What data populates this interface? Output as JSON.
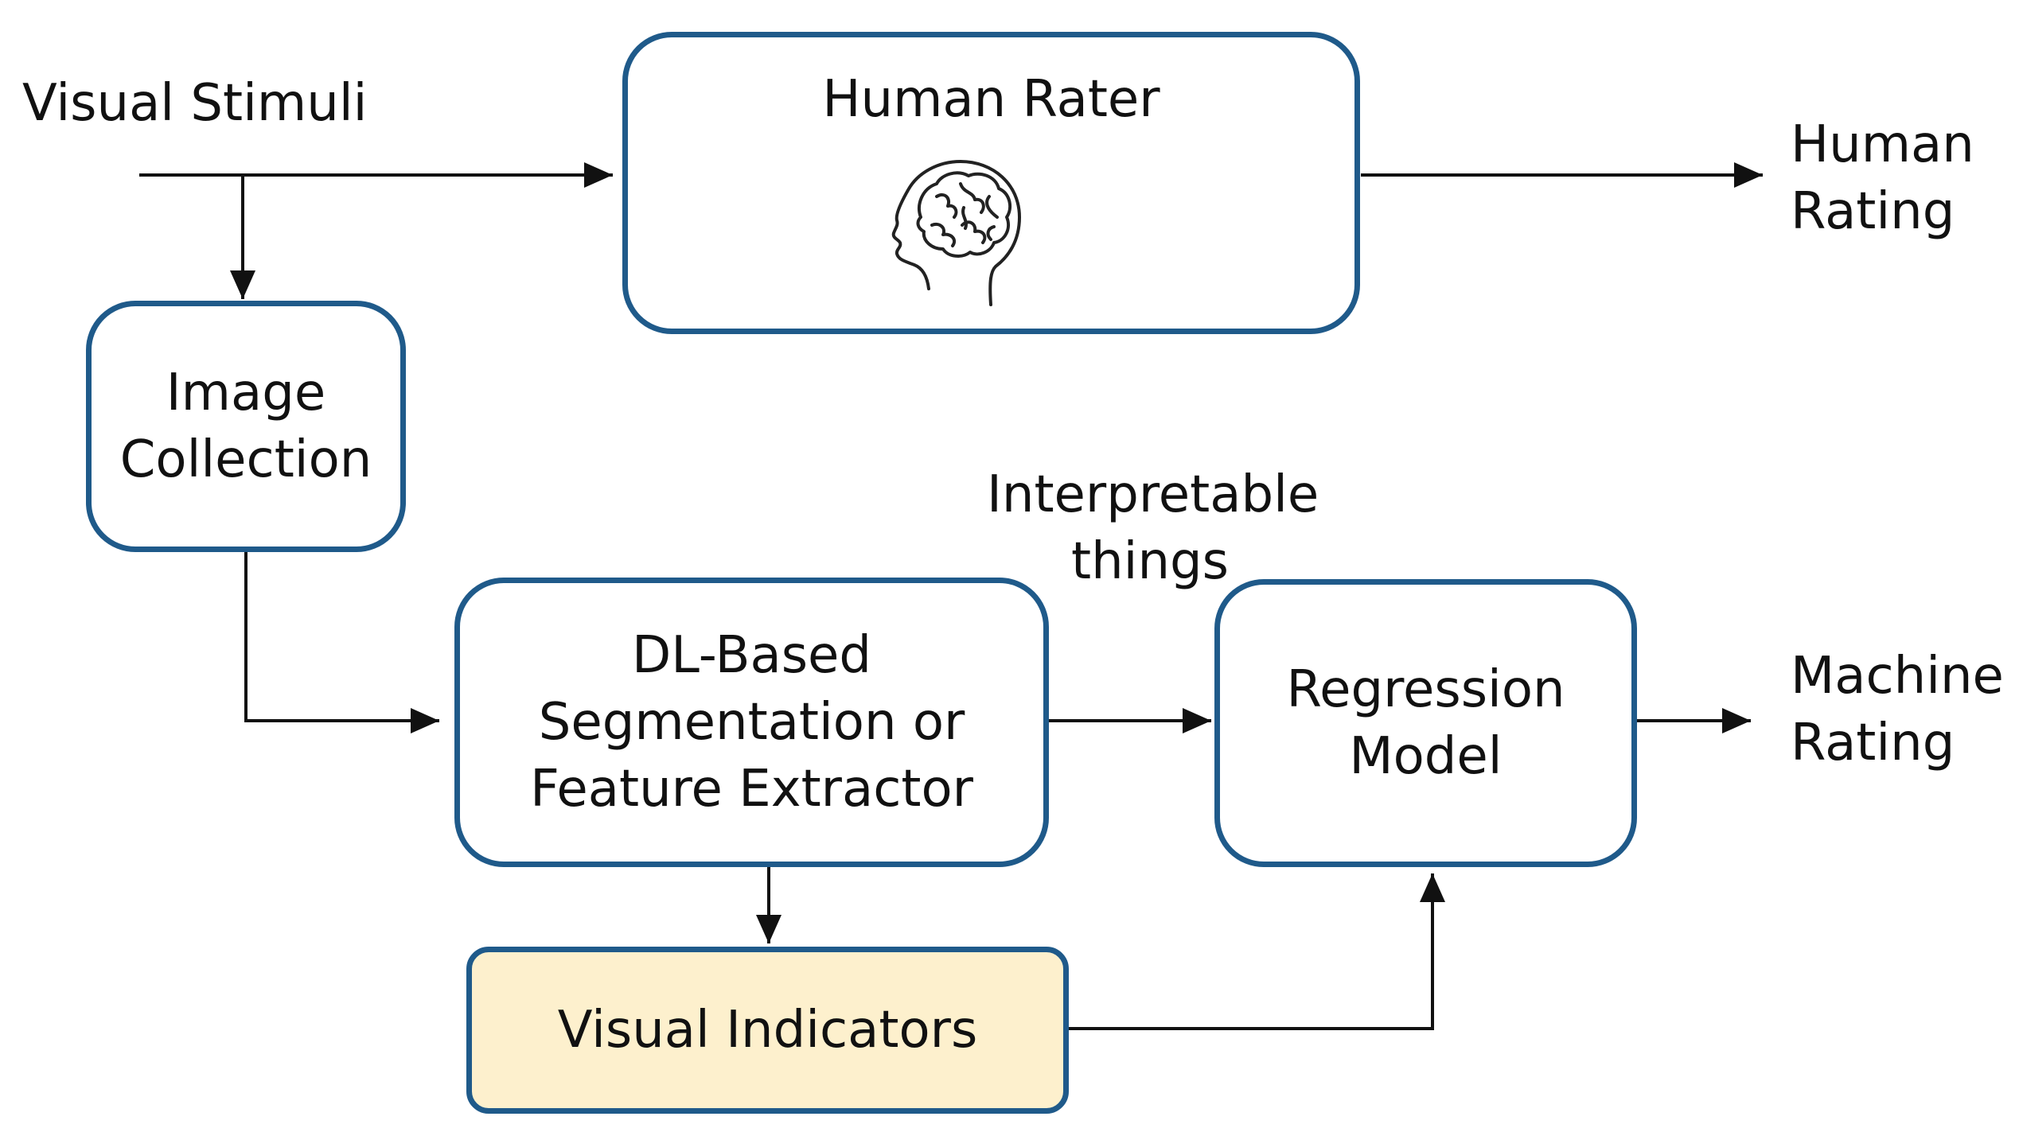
{
  "inputs": {
    "visual_stimuli": "Visual Stimuli"
  },
  "nodes": {
    "human_rater": "Human Rater",
    "image_collection": [
      "Image",
      "Collection"
    ],
    "feature_extractor": [
      "DL-Based",
      "Segmentation or",
      "Feature Extractor"
    ],
    "regression_model": [
      "Regression",
      "Model"
    ],
    "visual_indicators": "Visual Indicators"
  },
  "annotations": {
    "interpretable_things": [
      "Interpretable",
      "things"
    ]
  },
  "outputs": {
    "human_rating": [
      "Human",
      "Rating"
    ],
    "machine_rating": [
      "Machine",
      "Rating"
    ]
  },
  "colors": {
    "box_border": "#1f5a8a",
    "indicator_fill": "#fdf0cd",
    "arrow": "#111111"
  },
  "icons": {
    "human_rater": "brain-head-icon"
  }
}
